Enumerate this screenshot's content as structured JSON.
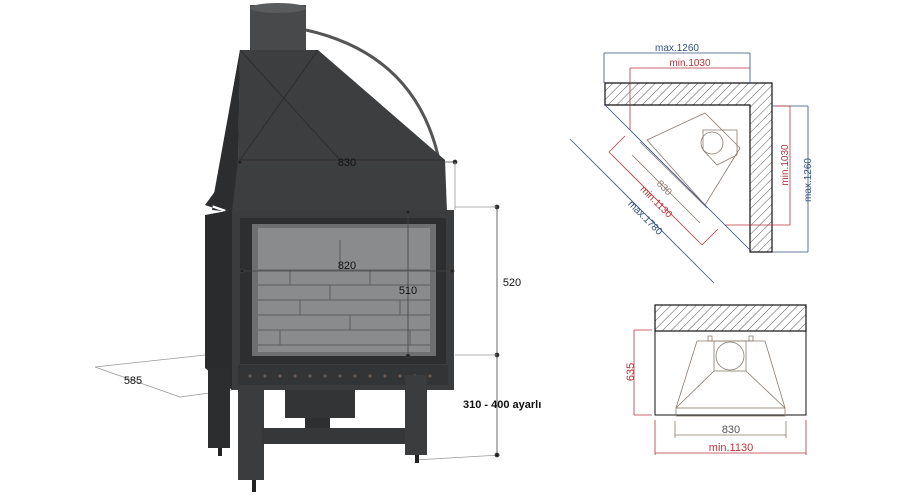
{
  "fireplace_view": {
    "dim_hood_width": "830",
    "dim_glass_width": "820",
    "dim_glass_height": "510",
    "dim_body_height": "520",
    "dim_depth": "585",
    "dim_leg_height": "310 - 400 ayarlı"
  },
  "corner_plan": {
    "max_top": "max.1260",
    "min_top": "min.1030",
    "min_side": "min.1030",
    "max_side": "max.1260",
    "width_830": "830",
    "min_diag": "min.1130",
    "max_diag": "max.1780"
  },
  "wall_plan": {
    "depth": "635",
    "width_830": "830",
    "min_width": "min.1130"
  },
  "colors": {
    "blue": "#33507f",
    "red": "#b8353a",
    "brown": "#8a7a6e",
    "steel": "#3f4042"
  }
}
